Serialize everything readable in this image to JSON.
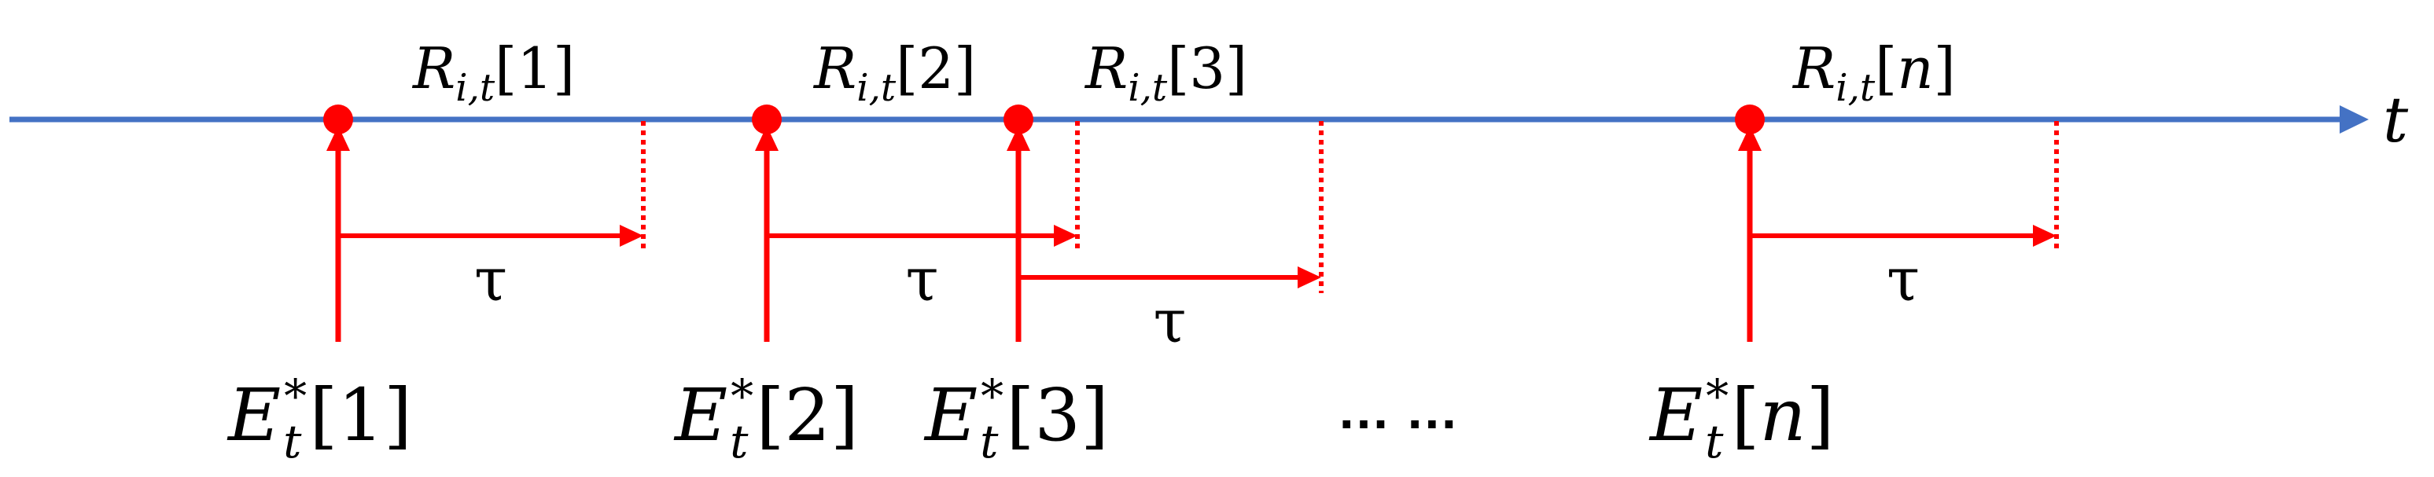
{
  "timeline": {
    "axis_label": "t",
    "line_color": "#4472C4",
    "event_color": "#FF0000"
  },
  "events": [
    {
      "E_label": "1",
      "R_label": "1",
      "tau_label": "τ"
    },
    {
      "E_label": "2",
      "R_label": "2",
      "tau_label": "τ"
    },
    {
      "E_label": "3",
      "R_label": "3",
      "tau_label": "τ"
    },
    {
      "E_label": "n",
      "R_label": "n",
      "tau_label": "τ"
    }
  ],
  "symbols": {
    "E_base": "E",
    "E_sub": "t",
    "E_sup": "*",
    "R_base": "R",
    "R_sub": "i,t"
  },
  "ellipsis": "… …"
}
